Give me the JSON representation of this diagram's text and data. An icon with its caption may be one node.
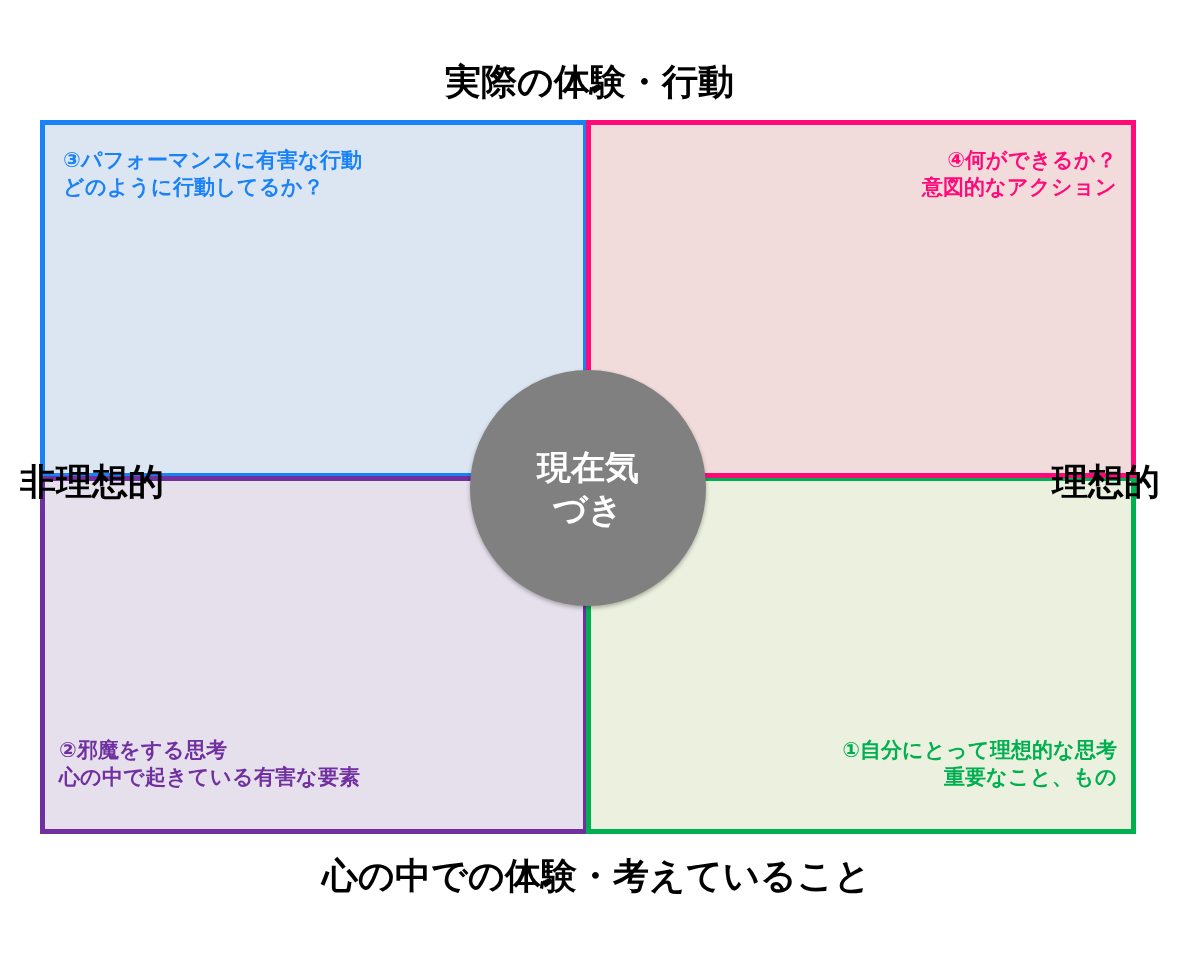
{
  "diagram": {
    "nodes": [
      {
        "text": [
          "③パフォーマンスに有害な行動",
          "どのように行動してるか？"
        ]
      },
      {
        "text": [
          "④何ができるか？",
          "意図的なアクション"
        ]
      },
      {
        "text": [
          "現在気づき"
        ]
      },
      {
        "text": [
          "②邪魔をする思考",
          "心の中で起きている有害な要素"
        ]
      },
      {
        "text": [
          "①自分にとって理想的な思考",
          "重要なこと、もの"
        ]
      }
    ],
    "edges": [],
    "labels": [
      "実際の体験・行動",
      "非理想的",
      "理想的",
      "心の中での体験・考えていること"
    ]
  }
}
